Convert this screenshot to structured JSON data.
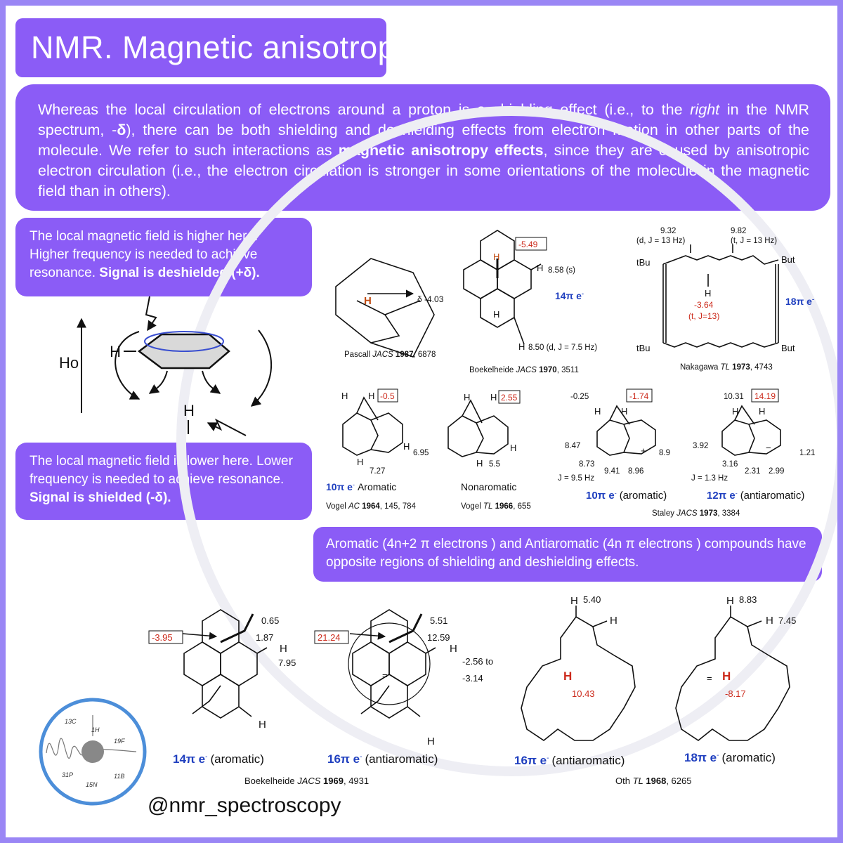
{
  "title": "NMR. Magnetic anisotropy",
  "intro": {
    "p1": "Whereas the local circulation of electrons around a proton is a shielding effect (i.e., to the ",
    "p1_italic": "right",
    "p2": " in the NMR spectrum, -",
    "p2_delta": "δ",
    "p3": "), there can be both shielding and deshielding effects from electron motion in other parts of the molecule. We refer to such interactions as ",
    "p3_bold": "magnetic anisotropy effects",
    "p4": ", since they are caused by anisotropic electron circulation (i.e., the electron circulation is stronger in some orientations of the molecule in the magnetic field than in others)."
  },
  "high_field": {
    "text": "The local magnetic field is higher here. Higher frequency is needed to achieve resonance. ",
    "highlight": "Signal is deshielded (+δ)."
  },
  "low_field": {
    "text": "The local magnetic field is lower here. Lower frequency is needed to achieve resonance. ",
    "highlight": "Signal is shielded (-δ)."
  },
  "compare": "Aromatic (4n+2 π electrons ) and Antiaromatic (4n π electrons ) compounds have opposite regions of shielding and deshielding effects.",
  "handle": "@nmr_spectroscopy",
  "colors": {
    "accent": "#8b5cf6",
    "red": "#cc2a1b",
    "blue": "#1f3fbf"
  },
  "diagram": {
    "h0_label": "Ho",
    "h_label": "H"
  },
  "molecules": {
    "pascall": {
      "delta": "δ -4.03",
      "citation": "Pascall",
      "journal": "JACS",
      "year": "1987",
      "page": ", 6878"
    },
    "boek1970": {
      "boxed": "-5.49",
      "h1": "8.58 (s)",
      "h2": "8.50 (d, J = 7.5 Hz)",
      "electrons": "14π e",
      "citation": "Boekelheide",
      "journal": "JACS",
      "year": "1970",
      "page": ", 3511"
    },
    "nakagawa": {
      "a": "9.32",
      "a_detail": "(d, J = 13 Hz)",
      "b": "9.82",
      "b_detail": "(t, J = 13 Hz)",
      "c": "-3.64",
      "c_detail": "(t, J=13)",
      "tbu": "tBu",
      "but": "But",
      "electrons": "18π e",
      "citation": "Nakagawa",
      "journal": "TL",
      "year": "1973",
      "page": ", 4743"
    },
    "vogel1964": {
      "boxed": "-0.5",
      "a": "6.95",
      "b": "7.27",
      "electrons": "10π e",
      "label": "Aromatic",
      "citation": "Vogel",
      "journal": "AC",
      "year": "1964",
      "page": ", 145, 784"
    },
    "vogel1966": {
      "boxed": "2.55",
      "a": "5.5",
      "label": "Nonaromatic",
      "citation": "Vogel",
      "journal": "TL",
      "year": "1966",
      "page": ", 655"
    },
    "staley_a": {
      "top": "-0.25",
      "boxed": "-1.74",
      "v1": "8.47",
      "v2": "8.73",
      "v3": "9.41",
      "v4": "8.96",
      "v5": "8.9",
      "j": "J = 9.5 Hz",
      "electrons": "10π e",
      "label": "(aromatic)"
    },
    "staley_b": {
      "top": "10.31",
      "boxed": "14.19",
      "v1": "3.92",
      "v2": "3.16",
      "v3": "2.31",
      "v4": "2.99",
      "v5": "1.21",
      "j": "J = 1.3 Hz",
      "electrons": "12π e",
      "label": "(antiaromatic)"
    },
    "staley_citation": {
      "citation": "Staley",
      "journal": "JACS",
      "year": "1973",
      "page": ", 3384"
    },
    "boek1969_a": {
      "boxed": "-3.95",
      "a": "0.65",
      "b": "1.87",
      "c": "7.95",
      "electrons": "14π e",
      "label": "(aromatic)"
    },
    "boek1969_b": {
      "boxed": "21.24",
      "a": "5.51",
      "b": "12.59",
      "c": "-2.56 to",
      "d": "-3.14",
      "electrons": "16π e",
      "label": "(antiaromatic)"
    },
    "boek1969_citation": {
      "citation": "Boekelheide",
      "journal": "JACS",
      "year": "1969",
      "page": ", 4931"
    },
    "oth_a": {
      "a": "5.40",
      "inner": "10.43",
      "electrons": "16π e",
      "label": "(antiaromatic)"
    },
    "oth_b": {
      "a": "8.83",
      "b": "7.45",
      "inner": "-8.17",
      "electrons": "18π e",
      "label": "(aromatic)"
    },
    "oth_citation": {
      "citation": "Oth",
      "journal": "TL",
      "year": "1968",
      "page": ", 6265"
    }
  },
  "logo": {
    "n1": "1H",
    "n2": "13C",
    "n3": "19F",
    "n4": "31P",
    "n5": "15N",
    "n6": "11B"
  }
}
